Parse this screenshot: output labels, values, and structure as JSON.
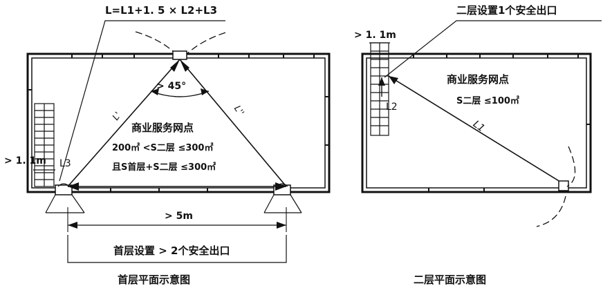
{
  "ground_floor": {
    "formula": "L=L1+1. 5 × L2+L3",
    "angle_label": "> 45°",
    "segment_left": "L'",
    "segment_right": "L''",
    "room_name": "商业服务网点",
    "area_condition_1": "200㎡ <S二层 ≤300㎡",
    "area_condition_2": "且S首层+S二层 ≤300㎡",
    "stair_width": "> 1. 1m",
    "l3_label": "L3",
    "exit_spacing": "> 5m",
    "exits_note": "首层设置 > 2个安全出口",
    "caption": "首层平面示意图"
  },
  "second_floor": {
    "exit_note": "二层设置1个安全出口",
    "stair_width": "> 1. 1m",
    "room_name": "商业服务网点",
    "area_condition": "S二层 ≤100㎡",
    "l2_label": "L2",
    "l1_label": "L1",
    "caption": "二层平面示意图"
  }
}
